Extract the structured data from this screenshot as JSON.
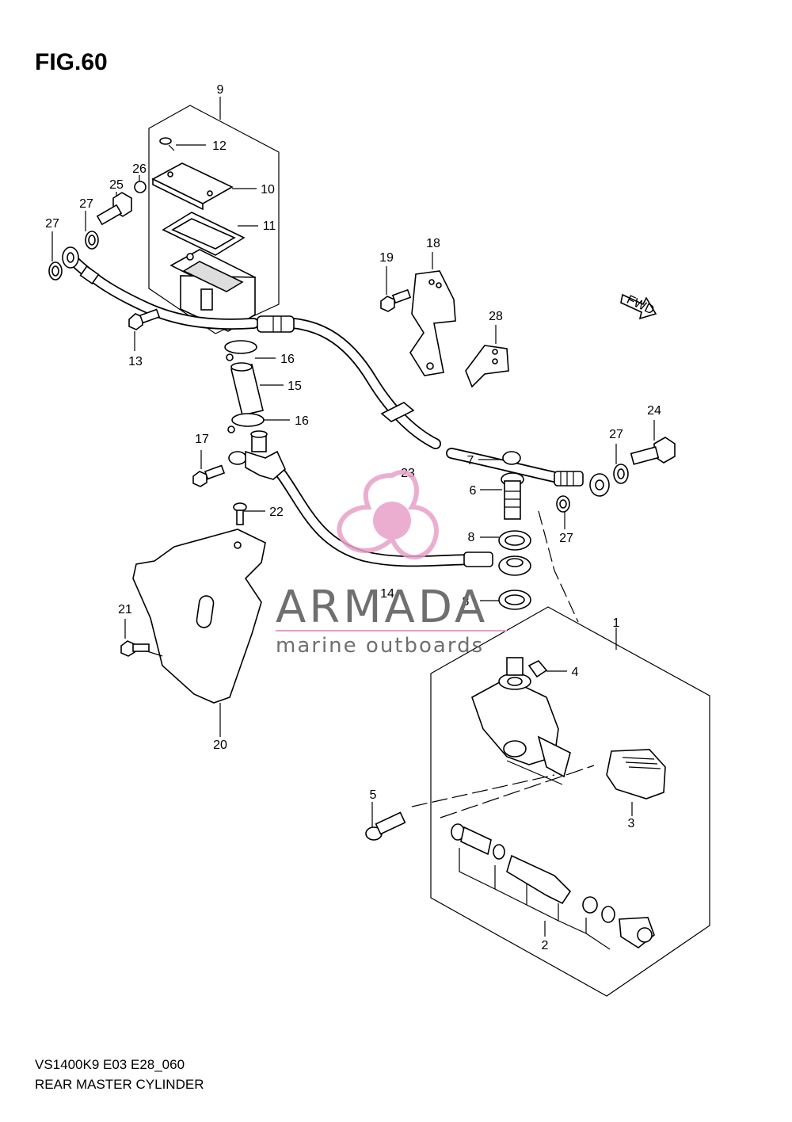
{
  "figure": {
    "title": "FIG.60",
    "model_code": "VS1400K9 E03 E28_060",
    "assembly_name": "REAR MASTER CYLINDER"
  },
  "callouts": [
    {
      "number": "1"
    },
    {
      "number": "2"
    },
    {
      "number": "3"
    },
    {
      "number": "4"
    },
    {
      "number": "5"
    },
    {
      "number": "6"
    },
    {
      "number": "7"
    },
    {
      "number": "8"
    },
    {
      "number": "8"
    },
    {
      "number": "9"
    },
    {
      "number": "10"
    },
    {
      "number": "11"
    },
    {
      "number": "12"
    },
    {
      "number": "13"
    },
    {
      "number": "14"
    },
    {
      "number": "15"
    },
    {
      "number": "16"
    },
    {
      "number": "16"
    },
    {
      "number": "17"
    },
    {
      "number": "18"
    },
    {
      "number": "19"
    },
    {
      "number": "20"
    },
    {
      "number": "21"
    },
    {
      "number": "22"
    },
    {
      "number": "23"
    },
    {
      "number": "24"
    },
    {
      "number": "25"
    },
    {
      "number": "26"
    },
    {
      "number": "27"
    },
    {
      "number": "27"
    },
    {
      "number": "27"
    },
    {
      "number": "27"
    },
    {
      "number": "28"
    }
  ],
  "direction_marker": {
    "label": "FWD"
  },
  "watermark": {
    "brand": "ARMADA",
    "tagline": "marine outboards",
    "accent_color": "#e8a0c8",
    "text_color": "#6f6f6f"
  }
}
